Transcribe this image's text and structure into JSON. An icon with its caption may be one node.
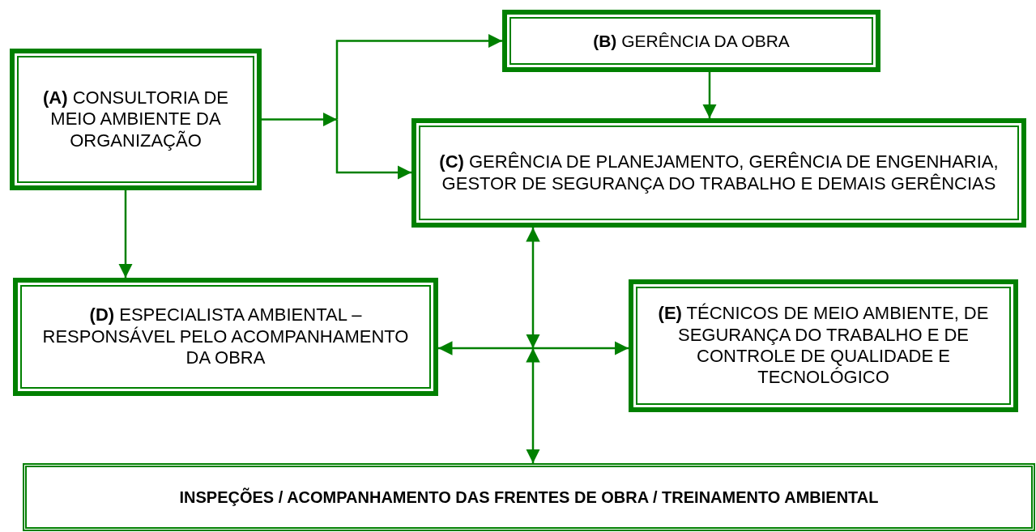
{
  "diagram": {
    "nodes": [
      {
        "text": [
          "**(A)** CONSULTORIA DE MEIO AMBIENTE DA ORGANIZAÇÃO"
        ]
      },
      {
        "text": [
          "**(B)** GERÊNCIA DA OBRA"
        ]
      },
      {
        "text": [
          "**(C)** GERÊNCIA DE PLANEJAMENTO, GERÊNCIA DE ENGENHARIA, GESTOR DE SEGURANÇA DO TRABALHO E DEMAIS GERÊNCIAS"
        ]
      },
      {
        "text": [
          "**(D)** ESPECIALISTA AMBIENTAL – RESPONSÁVEL PELO ACOMPANHAMENTO DA OBRA"
        ]
      },
      {
        "text": [
          "**(E)** TÉCNICOS DE MEIO AMBIENTE, DE SEGURANÇA DO TRABALHO E DE CONTROLE DE QUALIDADE E TECNOLÓGICO"
        ]
      },
      {
        "text": [
          "INSPEÇÕES / ACOMPANHAMENTO DAS FRENTES DE OBRA / TREINAMENTO AMBIENTAL"
        ]
      }
    ],
    "edges": [
      {
        "from": 0,
        "to": 1,
        "arrow": "to"
      },
      {
        "from": 0,
        "to": 2,
        "arrow": "to"
      },
      {
        "from": 1,
        "to": 2,
        "arrow": "to"
      },
      {
        "from": 0,
        "to": 3,
        "arrow": "to"
      },
      {
        "from": 2,
        "to": 5,
        "arrow": "both"
      },
      {
        "from": 3,
        "to": 4,
        "arrow": "both"
      }
    ]
  }
}
